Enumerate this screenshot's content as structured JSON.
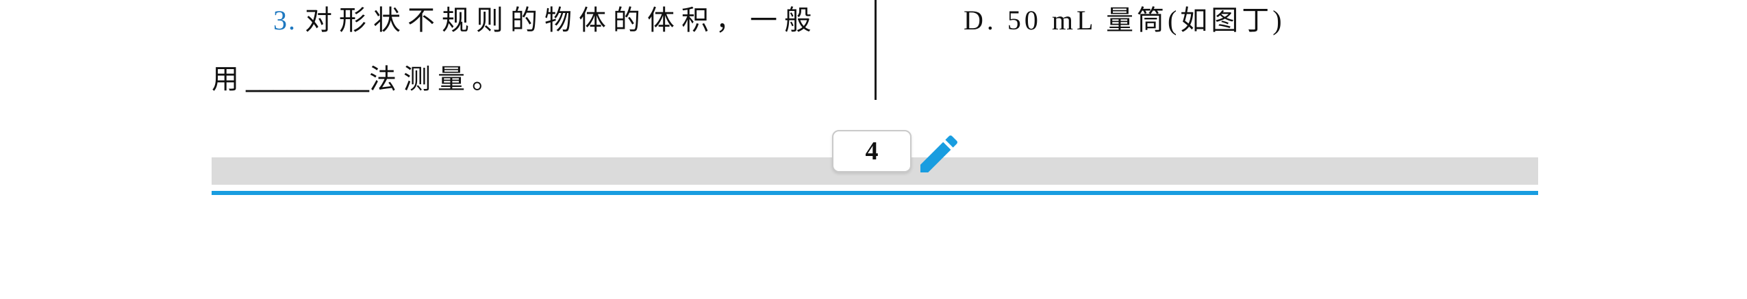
{
  "colors": {
    "accent_blue": "#199de0",
    "question_number_blue": "#1e78c0",
    "footer_bar_gray": "#dbdbdb",
    "text_black": "#111111"
  },
  "document": {
    "left_column": {
      "question_number": "3.",
      "question_line1": "对形状不规则的物体的体积，一般",
      "question_line2_prefix": "用",
      "question_line2_blank": "_________",
      "question_line2_suffix": "法测量。"
    },
    "right_column": {
      "option_d": "D. 50 mL 量筒(如图丁)"
    },
    "footer": {
      "page_number": "4"
    }
  }
}
